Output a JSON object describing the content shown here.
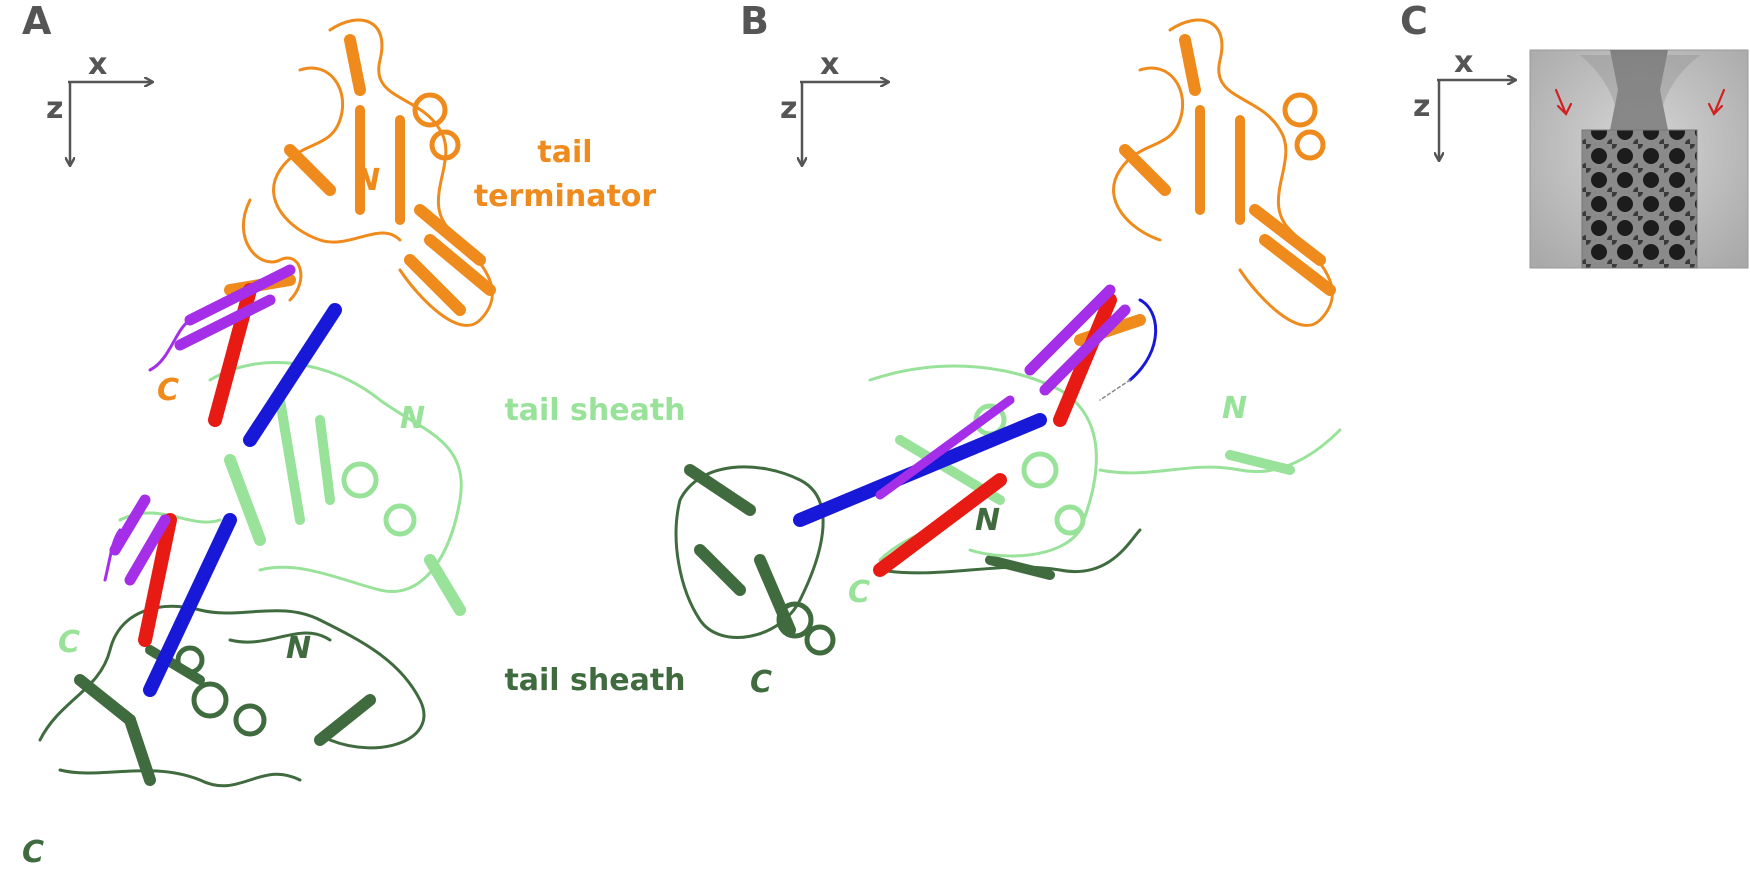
{
  "panels": {
    "a": {
      "letter": "A",
      "axis_x": "x",
      "axis_z": "z"
    },
    "b": {
      "letter": "B",
      "axis_x": "x",
      "axis_z": "z"
    },
    "c": {
      "letter": "C",
      "axis_x": "x",
      "axis_z": "z"
    }
  },
  "labels": {
    "tail_terminator_line1": "tail",
    "tail_terminator_line2": "terminator",
    "tail_sheath_light": "tail sheath",
    "tail_sheath_dark": "tail sheath"
  },
  "termini": {
    "a_orange_n": "N",
    "a_orange_c": "C",
    "a_light_n": "N",
    "a_light_c": "C",
    "a_dark_n": "N",
    "a_dark_c": "C",
    "b_light_n": "N",
    "b_light_c": "C",
    "b_mid_n": "N",
    "b_dark_c": "C"
  },
  "colors": {
    "tail_terminator": "#ef8a1c",
    "tail_sheath_light": "#98e29a",
    "tail_sheath_dark": "#3f6b3f",
    "helix_red": "#e81b14",
    "helix_blue": "#1818d8",
    "strand_purple": "#a52fe8",
    "axis_gray": "#555555",
    "arrow_red": "#d02020"
  }
}
